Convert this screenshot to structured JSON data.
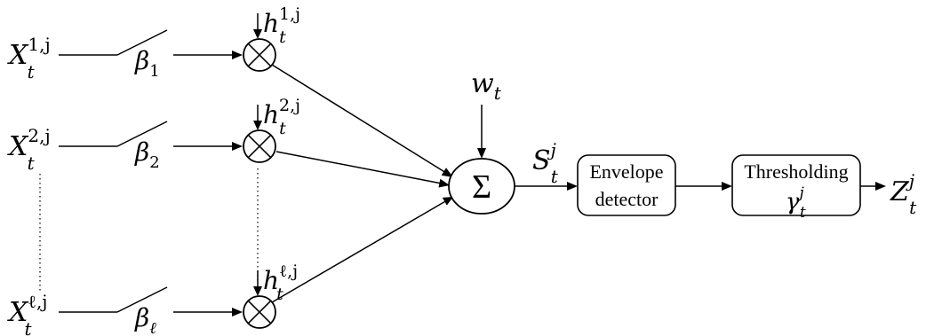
{
  "inputs": [
    {
      "x_base": "X",
      "x_sup": "1,j",
      "x_sub": "t",
      "beta_base": "β",
      "beta_sub": "1",
      "h_base": "h",
      "h_sup": "1,j",
      "h_sub": "t"
    },
    {
      "x_base": "X",
      "x_sup": "2,j",
      "x_sub": "t",
      "beta_base": "β",
      "beta_sub": "2",
      "h_base": "h",
      "h_sup": "2,j",
      "h_sub": "t"
    },
    {
      "x_base": "X",
      "x_sup": "ℓ,j",
      "x_sub": "t",
      "beta_base": "β",
      "beta_sub": "ℓ",
      "h_base": "h",
      "h_sup": "ℓ,j",
      "h_sub": "t"
    }
  ],
  "multiplier_symbol": "⊗",
  "noise": {
    "base": "w",
    "sub": "t"
  },
  "summer": {
    "symbol": "Σ"
  },
  "sum_output": {
    "base": "S",
    "sup": "j",
    "sub": "t"
  },
  "envelope_detector": {
    "line1": "Envelope",
    "line2": "detector"
  },
  "thresholding": {
    "label": "Thresholding",
    "param_base": "γ",
    "param_sup": "j",
    "param_sub": "t"
  },
  "output": {
    "base": "Z",
    "sup": "j",
    "sub": "t"
  }
}
